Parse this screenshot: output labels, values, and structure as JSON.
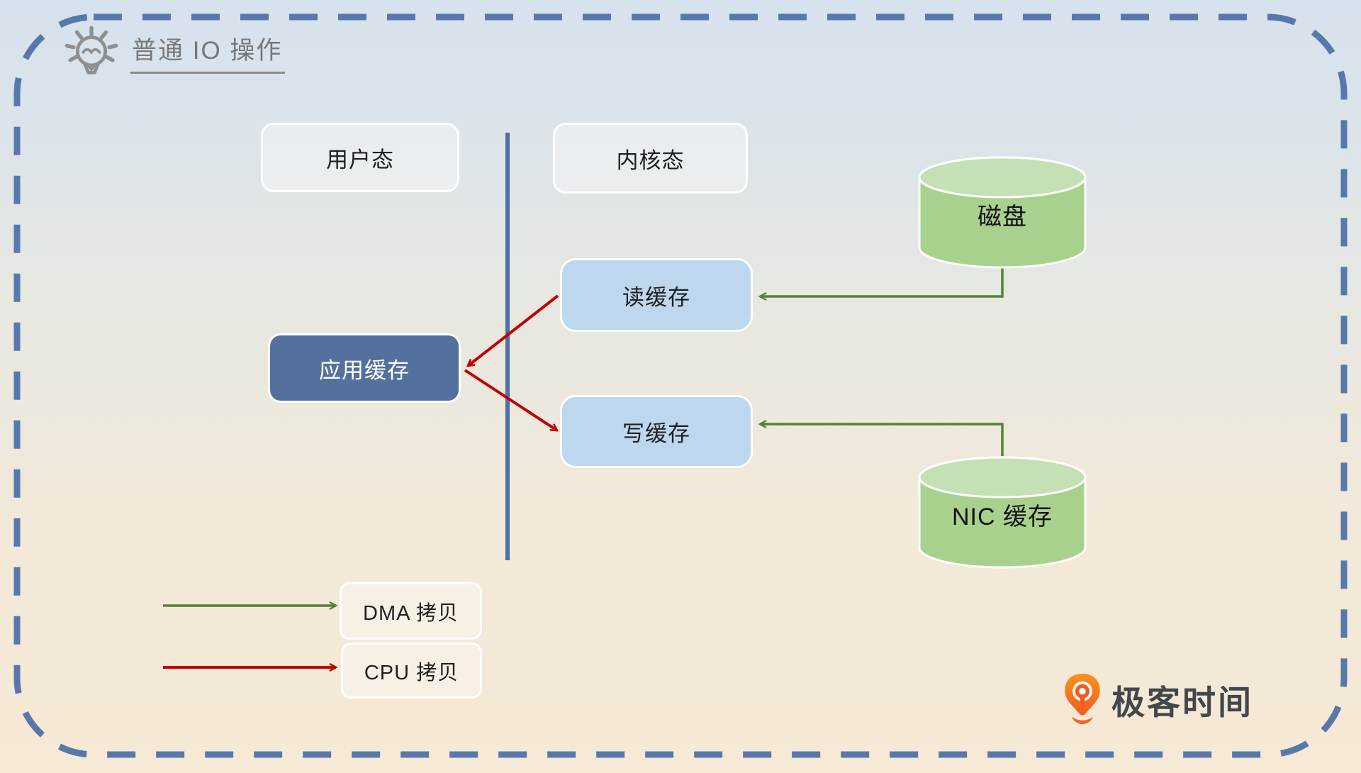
{
  "title": {
    "text": "普通 IO 操作",
    "icon": "lightbulb-icon"
  },
  "nodes": {
    "user_mode": {
      "label": "用户态"
    },
    "kernel_mode": {
      "label": "内核态"
    },
    "app_cache": {
      "label": "应用缓存"
    },
    "read_cache": {
      "label": "读缓存"
    },
    "write_cache": {
      "label": "写缓存"
    },
    "disk": {
      "label": "磁盘"
    },
    "nic_cache": {
      "label": "NIC 缓存"
    }
  },
  "edges": [
    {
      "from": "disk",
      "to": "read_cache",
      "type": "DMA"
    },
    {
      "from": "nic_cache",
      "to": "write_cache",
      "type": "DMA"
    },
    {
      "from": "read_cache",
      "to": "app_cache",
      "type": "CPU"
    },
    {
      "from": "app_cache",
      "to": "write_cache",
      "type": "CPU"
    }
  ],
  "legend": {
    "items": [
      {
        "type": "DMA",
        "label": "DMA 拷贝",
        "color": "#548235"
      },
      {
        "type": "CPU",
        "label": "CPU 拷贝",
        "color": "#c00000"
      }
    ]
  },
  "logo": {
    "text": "极客时间"
  },
  "colors": {
    "border_dash": "#5878ab",
    "divider": "#50709f",
    "dma_arrow": "#548235",
    "cpu_arrow": "#c00000",
    "app_cache_fill": "#54719d",
    "kernel_cache_fill": "#bdd7ee",
    "cylinder_body": "#a9d18e",
    "cylinder_top": "#c5e0b4",
    "title_gray": "#787878",
    "logo_orange": "#f15a24"
  }
}
